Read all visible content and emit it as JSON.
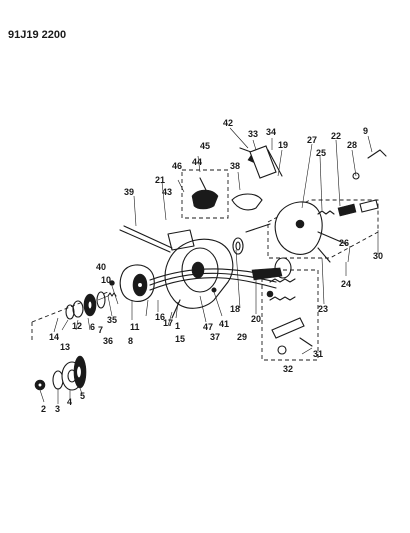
{
  "ref_code": "91J19 2200",
  "callouts": [
    "1",
    "2",
    "3",
    "4",
    "5",
    "6",
    "7",
    "8",
    "9",
    "10",
    "11",
    "12",
    "13",
    "14",
    "15",
    "16",
    "17",
    "18",
    "19",
    "20",
    "21",
    "22",
    "23",
    "24",
    "25",
    "26",
    "27",
    "28",
    "29",
    "30",
    "31",
    "32",
    "33",
    "34",
    "35",
    "36",
    "37",
    "38",
    "39",
    "40",
    "41",
    "42",
    "43",
    "44",
    "45",
    "46",
    "47"
  ]
}
